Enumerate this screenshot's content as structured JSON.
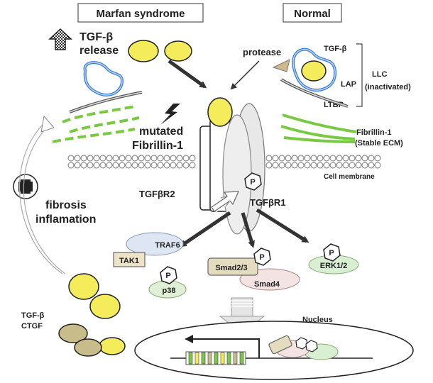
{
  "headers": {
    "marfan": "Marfan syndrome",
    "normal": "Normal"
  },
  "labels": {
    "tgfb_release_line1": "TGF-β",
    "tgfb_release_line2": "release",
    "mutated_line1": "mutated",
    "mutated_line2": "Fibrillin-1",
    "protease": "protease",
    "tgfb_llc": "TGF-β",
    "lap": "LAP",
    "ltbp": "LTBP",
    "llc_line1": "LLC",
    "llc_line2": "(inactivated)",
    "fibrillin_line1": "Fibrillin-1",
    "fibrillin_line2": "(Stable ECM)",
    "cell_membrane": "Cell membrane",
    "tgfbr2": "TGFβR2",
    "tgfbr1": "TGFβR1",
    "fibrosis_line1": "fibrosis",
    "fibrosis_line2": "inflamation",
    "traf6": "TRAF6",
    "tak1": "TAK1",
    "p38": "p38",
    "smad23": "Smad2/3",
    "smad4": "Smad4",
    "erk12": "ERK1/2",
    "phospho": "P",
    "ctgf_line1": "TGF-β",
    "ctgf_line2": "CTGF",
    "nucleus": "Nucleus"
  },
  "colors": {
    "tgfb_yellow": "#f4ec5a",
    "fibrillin_green": "#7ac943",
    "lap_blue": "#3a7bd5",
    "ctgf_khaki": "#c8bd8a",
    "traf6_fill": "#dde6f2",
    "tak1_fill": "#ede3c8",
    "p38_fill": "#dff0d4",
    "smad23_fill": "#e4dcbf",
    "smad4_fill": "#f3e3e3",
    "erk_fill": "#d8efd2",
    "membrane_gray": "#888888"
  },
  "icons": [
    "up-arrow-icon",
    "lightning-icon",
    "plus-icon",
    "phosphate-icon",
    "protease-wedge-icon"
  ]
}
